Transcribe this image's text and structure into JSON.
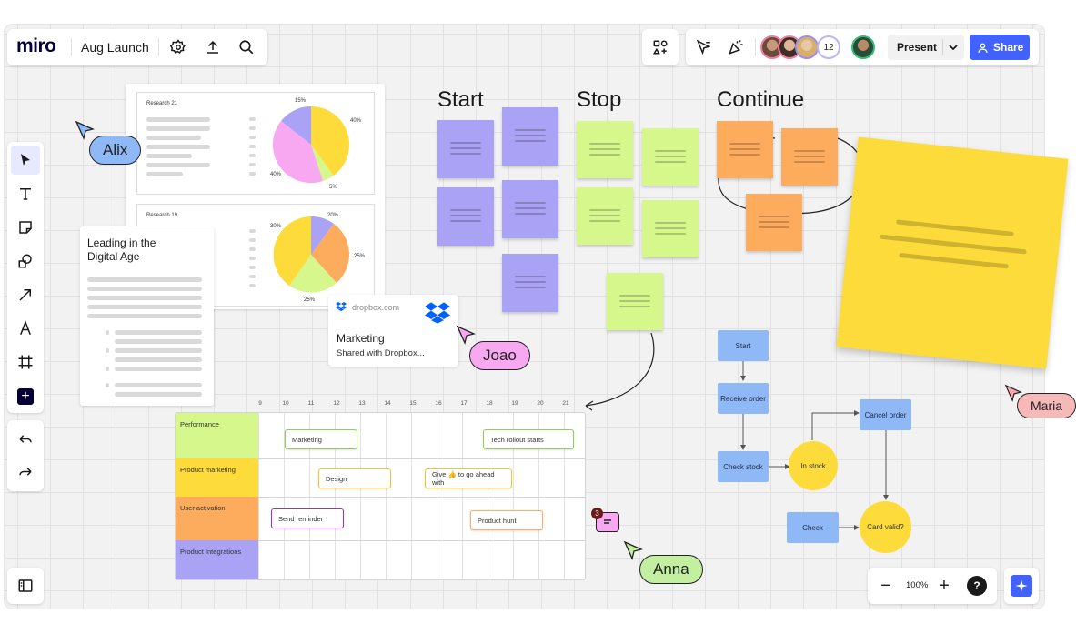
{
  "topbar": {
    "logo": "miro",
    "board_name": "Aug Launch",
    "present_label": "Present",
    "share_label": "Share",
    "collaborator_count": "12",
    "zoom": "100%",
    "help": "?"
  },
  "cursors": {
    "alix": "Alix",
    "joao": "Joao",
    "maria": "Maria",
    "anna": "Anna"
  },
  "comment_count": "3",
  "doc": {
    "title": "Leading in the Digital Age"
  },
  "research": {
    "r21": "Research 21",
    "r19": "Research 19",
    "pie1": {
      "a": "15%",
      "b": "40%",
      "c": "40%",
      "d": "5%"
    },
    "pie2": {
      "a": "20%",
      "b": "30%",
      "c": "25%",
      "d": "25%"
    }
  },
  "dropbox": {
    "source": "dropbox.com",
    "title": "Marketing",
    "subtitle": "Shared with Dropbox..."
  },
  "retro": {
    "start": "Start",
    "stop": "Stop",
    "continue": "Continue"
  },
  "timeline": {
    "days": [
      "9",
      "10",
      "11",
      "12",
      "13",
      "14",
      "15",
      "16",
      "17",
      "18",
      "19",
      "20",
      "21"
    ],
    "rows": [
      "Performance",
      "Product marketing",
      "User activation",
      "Product Integrations"
    ],
    "tasks": {
      "marketing": "Marketing",
      "tech": "Tech rollout starts",
      "design": "Design",
      "give": "Give 👍 to go ahead with",
      "remind": "Send reminder",
      "hunt": "Product hunt"
    }
  },
  "flow": {
    "start": "Start",
    "receive": "Receive order",
    "check_stock": "Check stock",
    "in_stock": "In stock",
    "cancel": "Cancel order",
    "check": "Check",
    "card_valid": "Card valid?"
  },
  "colors": {
    "purple": "#a9a2f5",
    "green": "#d5f78c",
    "orange": "#fdab5c",
    "yellow": "#fddb3a",
    "blue": "#8fb8f7",
    "accent": "#4262ff"
  }
}
